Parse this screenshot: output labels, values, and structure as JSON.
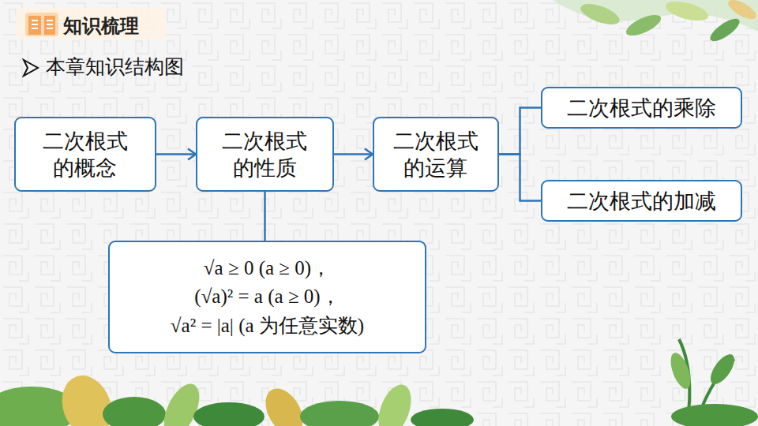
{
  "diagram": {
    "title": "知识梳理",
    "nodes": [
      {
        "text": [
          "二次根式的概念"
        ]
      },
      {
        "text": [
          "二次根式的性质"
        ]
      },
      {
        "text": [
          "二次根式的运算"
        ]
      },
      {
        "text": [
          "二次根式的乘除"
        ]
      },
      {
        "text": [
          "二次根式的加减"
        ]
      },
      {
        "text": [
          "√a ≥ 0 (a ≥ 0)，",
          "(√a)² = a (a ≥ 0)，",
          "√a² = |a| (a 为任意实数)"
        ]
      }
    ],
    "edges": [
      {
        "from": 0,
        "to": 1,
        "arrow": "to"
      },
      {
        "from": 1,
        "to": 2,
        "arrow": "to"
      },
      {
        "from": 2,
        "to": 3,
        "arrow": "none"
      },
      {
        "from": 2,
        "to": 4,
        "arrow": "none"
      },
      {
        "from": 1,
        "to": 5,
        "arrow": "none"
      }
    ],
    "labels": [
      "本章知识结构图"
    ]
  }
}
